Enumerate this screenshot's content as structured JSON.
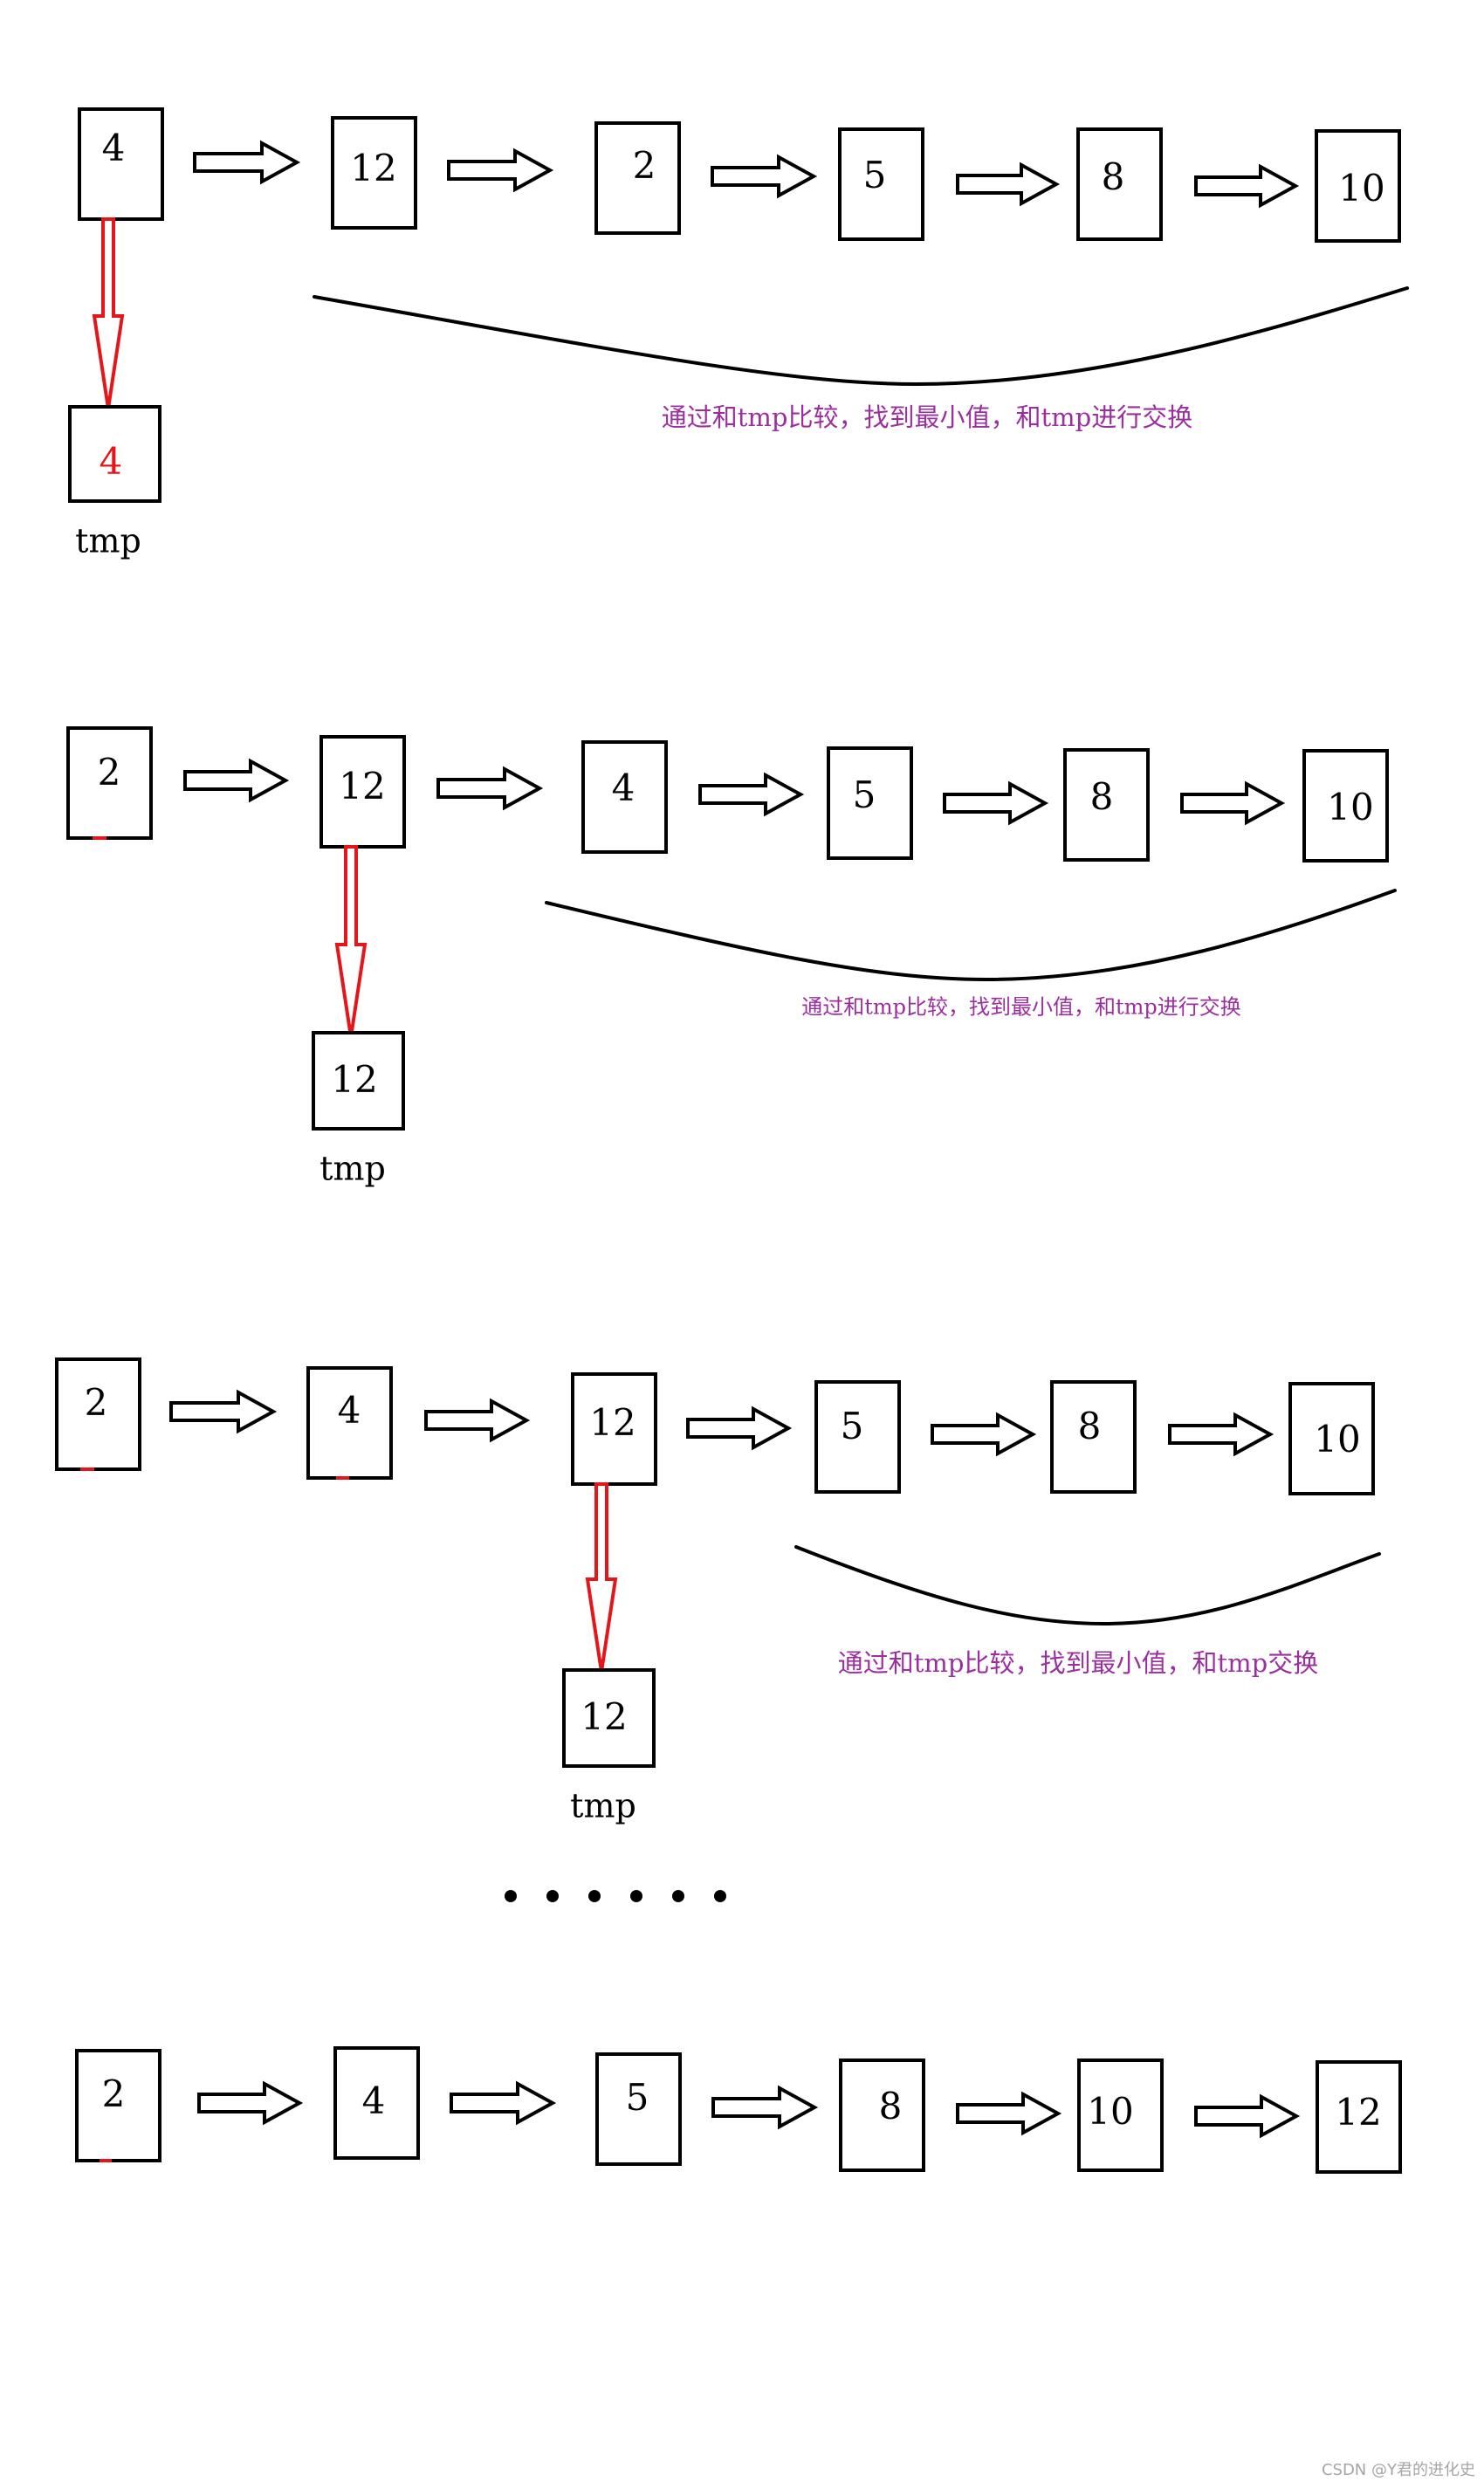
{
  "rows": [
    {
      "values": [
        "4",
        "12",
        "2",
        "5",
        "8",
        "10"
      ],
      "tmp_value": "4",
      "tmp_label": "tmp",
      "note": "通过和tmp比较，找到最小值，和tmp进行交换"
    },
    {
      "values": [
        "2",
        "12",
        "4",
        "5",
        "8",
        "10"
      ],
      "tmp_value": "12",
      "tmp_label": "tmp",
      "note": "通过和tmp比较，找到最小值，和tmp进行交换"
    },
    {
      "values": [
        "2",
        "4",
        "12",
        "5",
        "8",
        "10"
      ],
      "tmp_value": "12",
      "tmp_label": "tmp",
      "note": "通过和tmp比较，找到最小值，和tmp交换"
    },
    {
      "values": [
        "2",
        "4",
        "5",
        "8",
        "10",
        "12"
      ]
    }
  ],
  "ellipsis_count": 6,
  "watermark": "CSDN @Y君的进化史",
  "colors": {
    "highlight": "#e4161a",
    "note": "#9b2fa0",
    "line": "#000000"
  }
}
